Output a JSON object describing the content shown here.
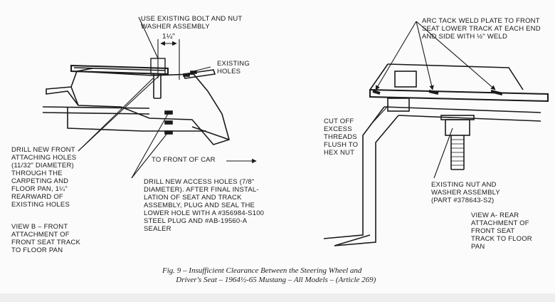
{
  "view_b": {
    "bolt_label": "USE EXISTING BOLT AND NUT\nWASHER ASSEMBLY",
    "dimension": "1¼\"",
    "existing_holes": "EXISTING\nHOLES",
    "to_front": "TO FRONT OF CAR",
    "drill_front": "DRILL NEW FRONT\nATTACHING HOLES\n(11/32\" DIAMETER)\nTHROUGH THE\nCARPETING AND\nFLOOR PAN, 1¼\"\nREARWARD OF\nEXISTING HOLES",
    "drill_access": "DRILL NEW ACCESS HOLES (7/8\"\nDIAMETER). AFTER FINAL INSTAL-\nLATION OF SEAT AND TRACK\nASSEMBLY, PLUG AND SEAL THE\nLOWER HOLE WITH A #356984-S100\nSTEEL PLUG AND #AB-19560-A\nSEALER",
    "view_title": "VIEW B – FRONT\nATTACHMENT OF\nFRONT SEAT TRACK\nTO FLOOR PAN"
  },
  "view_a": {
    "arc_weld": "ARC TACK WELD PLATE TO FRONT\nSEAT LOWER TRACK AT EACH END\nAND SIDE WITH ½\" WELD",
    "cut_off": "CUT OFF\nEXCESS\nTHREADS\nFLUSH TO\nHEX NUT",
    "existing_nut": "EXISTING NUT AND\nWASHER ASSEMBLY\n(PART #378643-S2)",
    "view_title": "VIEW A- REAR\nATTACHMENT OF\nFRONT SEAT\nTRACK TO FLOOR\nPAN"
  },
  "caption": "Fig. 9 – Insufficient Clearance Between the Steering Wheel and\n       Driver's Seat – 1964½-65 Mustang – All Models – (Article 269)"
}
